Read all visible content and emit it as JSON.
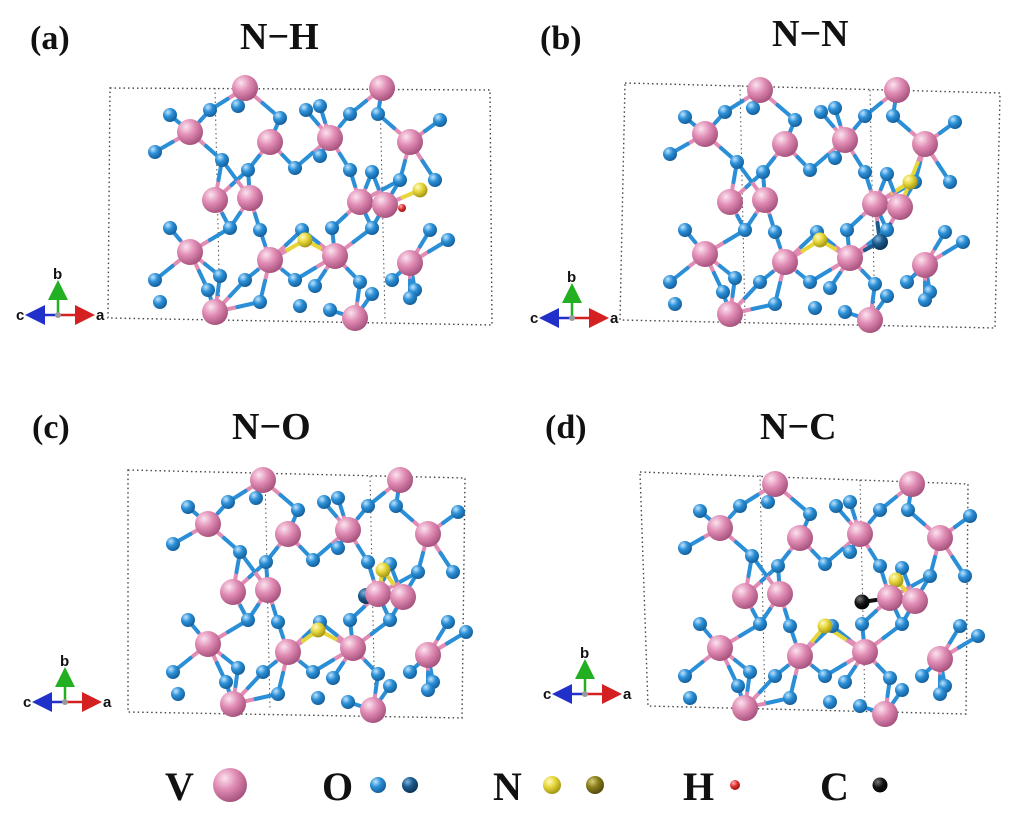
{
  "panels": [
    {
      "label": "(a)",
      "title": "N−H"
    },
    {
      "label": "(b)",
      "title": "N−N"
    },
    {
      "label": "(c)",
      "title": "N−O"
    },
    {
      "label": "(d)",
      "title": "N−C"
    }
  ],
  "axes": {
    "a": "a",
    "b": "b",
    "c": "c"
  },
  "legend": [
    {
      "symbol": "V",
      "atoms": [
        "#e08cb4"
      ]
    },
    {
      "symbol": "O",
      "atoms": [
        "#2a8fd6",
        "#1a5a8c"
      ]
    },
    {
      "symbol": "N",
      "atoms": [
        "#e6d63a",
        "#8a7d1c"
      ]
    },
    {
      "symbol": "H",
      "atoms": [
        "#e03030"
      ]
    },
    {
      "symbol": "C",
      "atoms": [
        "#111111"
      ]
    }
  ],
  "colors": {
    "vanadium": "#e08cb4",
    "oxygen": "#2a8fd6",
    "oxygen_dark": "#1a5a8c",
    "nitrogen": "#e6d63a",
    "nitrogen_dark": "#8a7d1c",
    "hydrogen": "#e03030",
    "carbon": "#111111",
    "axis_a": "#d42020",
    "axis_b": "#22b022",
    "axis_c": "#2030c8"
  }
}
